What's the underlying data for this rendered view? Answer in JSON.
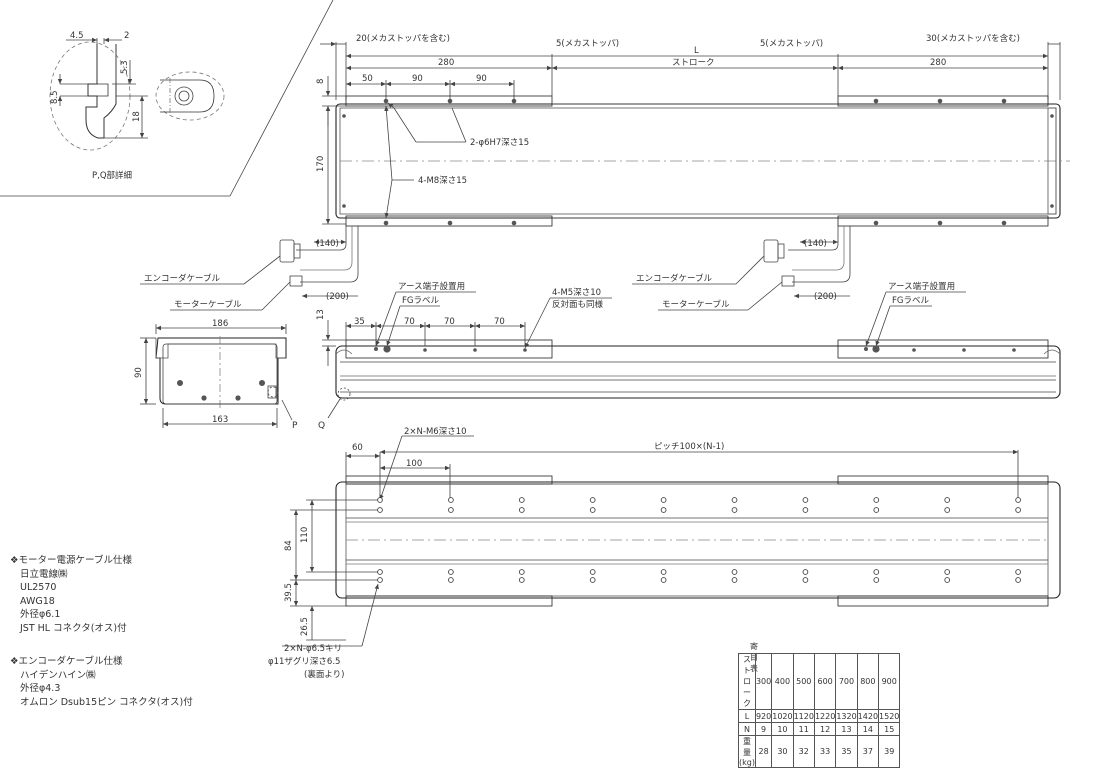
{
  "detail": {
    "title": "P,Q部詳細",
    "dim_45": "4.5",
    "dim_2": "2",
    "dim_53": "5.3",
    "dim_85": "8.5",
    "dim_18": "18"
  },
  "top_view": {
    "left_stopper": "20(メカストッパを含む)",
    "left_mech": "5(メカストッパ)",
    "right_mech": "5(メカストッパ)",
    "right_stopper": "30(メカストッパを含む)",
    "L": "L",
    "stroke": "ストローク",
    "left_280": "280",
    "right_280": "280",
    "d50": "50",
    "d90a": "90",
    "d90b": "90",
    "d8": "8",
    "d170": "170",
    "pin_hole": "2-φ6H7深さ15",
    "m8": "4-M8深さ15"
  },
  "cables": {
    "encoder": "エンコーダケーブル",
    "motor": "モーターケーブル",
    "len_140": "(140)",
    "len_200": "(200)"
  },
  "end_view": {
    "width": "186",
    "bottom": "163",
    "height": "90",
    "label_p": "P",
    "label_q": "Q"
  },
  "side_view": {
    "earth": "アース端子設置用",
    "fg": "FGラベル",
    "m5": "4-M5深さ10",
    "m5_note": "反対面も同様",
    "d35": "35",
    "d70a": "70",
    "d70b": "70",
    "d70c": "70",
    "d13": "13"
  },
  "bottom_view": {
    "m6": "2×N-M6深さ10",
    "d60": "60",
    "d100": "100",
    "pitch": "ピッチ100×(N-1)",
    "d84": "84",
    "d110": "110",
    "d395": "39.5",
    "d265": "26.5",
    "drill": "2×N-φ6.5キリ",
    "counterbore": "φ11ザグリ深さ6.5",
    "from_back": "(裏面より)"
  },
  "motor_cable_spec": {
    "title": "❖モーター電源ケーブル仕様",
    "lines": [
      "日立電線㈱",
      "UL2570",
      "AWG18",
      "外径φ6.1",
      "JST HL コネクタ(オス)付"
    ]
  },
  "encoder_cable_spec": {
    "title": "❖エンコーダケーブル仕様",
    "lines": [
      "ハイデンハイン㈱",
      "外径φ4.3",
      "オムロン Dsub15ピン コネクタ(オス)付"
    ]
  },
  "table": {
    "title": "寄目表",
    "rows": [
      {
        "label": "ストローク",
        "values": [
          "300",
          "400",
          "500",
          "600",
          "700",
          "800",
          "900"
        ]
      },
      {
        "label": "L",
        "values": [
          "920",
          "1020",
          "1120",
          "1220",
          "1320",
          "1420",
          "1520"
        ]
      },
      {
        "label": "N",
        "values": [
          "9",
          "10",
          "11",
          "12",
          "13",
          "14",
          "15"
        ]
      },
      {
        "label": "重量(kg)",
        "values": [
          "28",
          "30",
          "32",
          "33",
          "35",
          "37",
          "39"
        ]
      }
    ]
  }
}
